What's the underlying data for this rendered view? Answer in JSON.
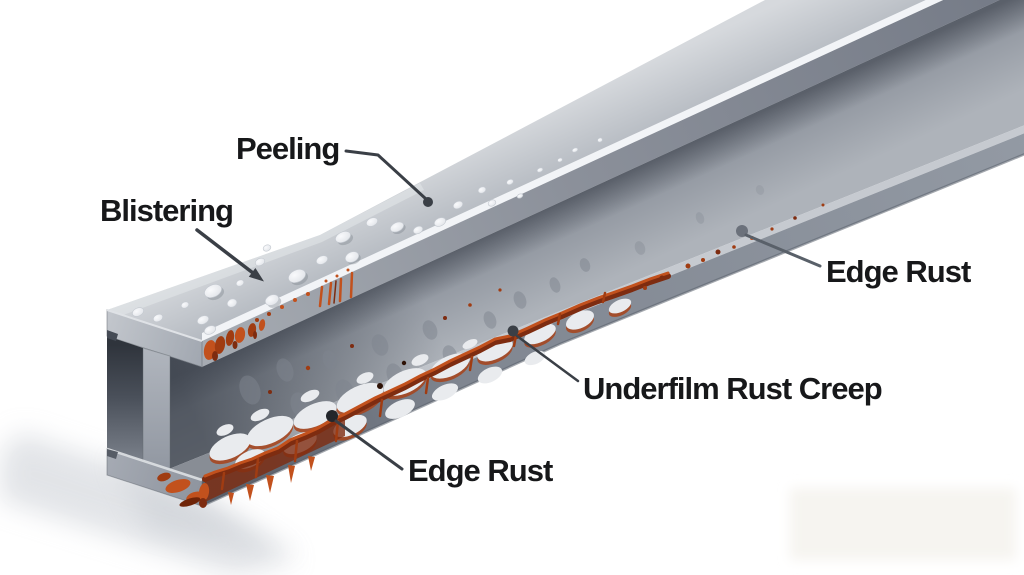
{
  "diagram": {
    "labels": {
      "peeling": "Peeling",
      "blistering": "Blistering",
      "edge_rust_top": "Edge Rust",
      "underfilm_rust_creep": "Underfilm Rust Creep",
      "edge_rust_bottom": "Edge Rust"
    },
    "colors": {
      "background": "#ffffff",
      "label_text": "#17181a",
      "leader_line": "#3a3f46",
      "leader_line_soft": "#596069",
      "steel_light": "#d3d6db",
      "steel_mid": "#9aa0aa",
      "steel_dark": "#737985",
      "rust_bright": "#c2511d",
      "rust_mid": "#a03c12",
      "rust_dark": "#7e2c10",
      "rust_deep": "#6f2408"
    }
  }
}
